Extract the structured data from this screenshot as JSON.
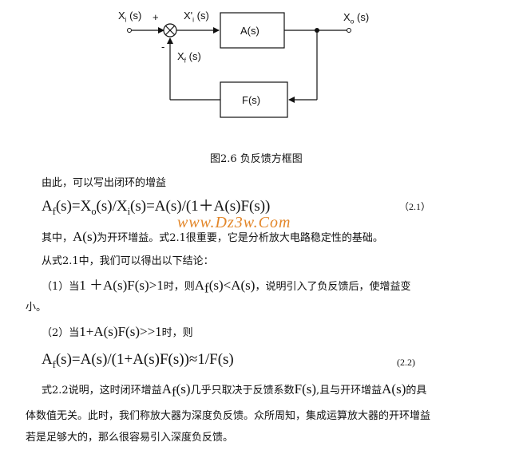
{
  "diagram": {
    "input": "Xi(s)",
    "plus": "+",
    "minus": "-",
    "error": "X'i(s)",
    "forward_block": "A(s)",
    "output": "Xo(s)",
    "feedback_signal": "Xf(s)",
    "feedback_block": "F(s)"
  },
  "caption": "图2.6  负反馈方框图",
  "watermark": "www.Dz3w.Com",
  "text": {
    "l1": "由此，可以写出闭环的增益",
    "eq1_num": "（2.1）",
    "l2a": "其中，",
    "l2b": "A(s)",
    "l2c": "为开环增益。式2.1很重要，它是分析放大电路稳定性的基础。",
    "l3": "从式2.1中，我们可以得出以下结论：",
    "l4a": "（1）当",
    "l4b": "1 ＋A(s)F(s)>1",
    "l4c": "时，则",
    "l4d": "A",
    "l4e": "f",
    "l4f": "(s)<A(s)",
    "l4g": "，说明引入了负反馈后，使增益变",
    "l5": "小。",
    "l6a": "（2）当",
    "l6b": "1+A(s)F(s)>>1",
    "l6c": "时，则",
    "eq2_num": "(2.2)",
    "l7a": "式2.2说明，这时闭环增益",
    "l7b": "A",
    "l7c": "f",
    "l7d": "(s)",
    "l7e": "几乎只取决于反馈系数",
    "l7f": "F(s)",
    "l7g": ",且与开环增益",
    "l7h": "A(s)",
    "l7i": "的具",
    "l8": "体数值无关。此时，我们称放大器为深度负反馈。众所周知，集成运算放大器的开环增益",
    "l9": "若是足够大的，那么很容易引入深度负反馈。"
  },
  "eq1": {
    "a": "A",
    "b": "f",
    "c": "(s)=X",
    "d": "o",
    "e": "(s)/X",
    "f": "i",
    "g": "(s)=A(s)/(1＋A(s)F(s))"
  },
  "eq2": {
    "a": "A",
    "b": "f",
    "c": "(s)=A(s)/(1+A(s)F(s))≈1/F(s)"
  }
}
